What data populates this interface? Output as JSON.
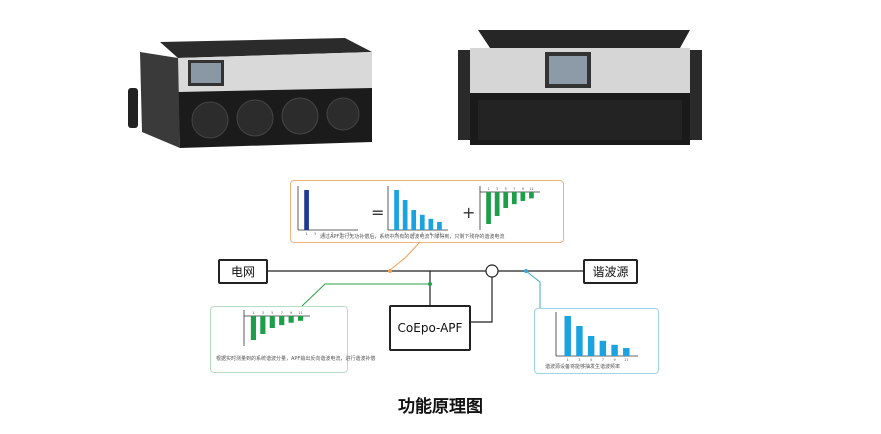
{
  "nodes": {
    "grid": "电网",
    "harmonic_source": "谐波源",
    "apf": "CoEpo-APF"
  },
  "panels": {
    "top_caption": "通过APF进行无功补偿后，系统中所有的谐波电流下降得到，只剩下残存的谐波电流",
    "left_caption": "根据实时测量到的系统谐波分量，APF输出反向谐波电流，进行谐波补偿",
    "right_caption": "谐波源设备将能够抽发生谐波频率"
  },
  "operators": {
    "equals": "=",
    "plus": "+"
  },
  "figure_title": "功能原理图",
  "tick_labels": {
    "top_left": [
      "1",
      "3",
      "5",
      "7",
      "9",
      "11"
    ],
    "top_mid": [
      "1",
      "3",
      "5",
      "7",
      "9",
      "11"
    ],
    "top_right": [
      "1",
      "3",
      "5",
      "7",
      "9",
      "11"
    ],
    "left": [
      "1",
      "3",
      "5",
      "7",
      "9",
      "11"
    ],
    "right": [
      "1",
      "3",
      "5",
      "7",
      "9",
      "11"
    ]
  },
  "bars": {
    "top_left": {
      "color": "#1f3a93",
      "values": [
        1.0,
        0,
        0,
        0,
        0,
        0
      ]
    },
    "top_mid": {
      "color": "#1aa3e0",
      "values": [
        1.0,
        0.75,
        0.5,
        0.38,
        0.28,
        0.2
      ]
    },
    "top_right": {
      "color": "#1f9e4a",
      "values": [
        -1.0,
        -0.75,
        -0.5,
        -0.38,
        -0.28,
        -0.2
      ]
    },
    "left": {
      "color": "#1f9e4a",
      "values": [
        -1.0,
        -0.75,
        -0.5,
        -0.38,
        -0.28,
        -0.2
      ]
    },
    "right": {
      "color": "#1aa3e0",
      "values": [
        1.0,
        0.75,
        0.5,
        0.38,
        0.28,
        0.2
      ]
    }
  },
  "colors": {
    "line": "#222222",
    "orange": "#f0a050",
    "green": "#2aa04a",
    "blue": "#3aa6d8"
  }
}
